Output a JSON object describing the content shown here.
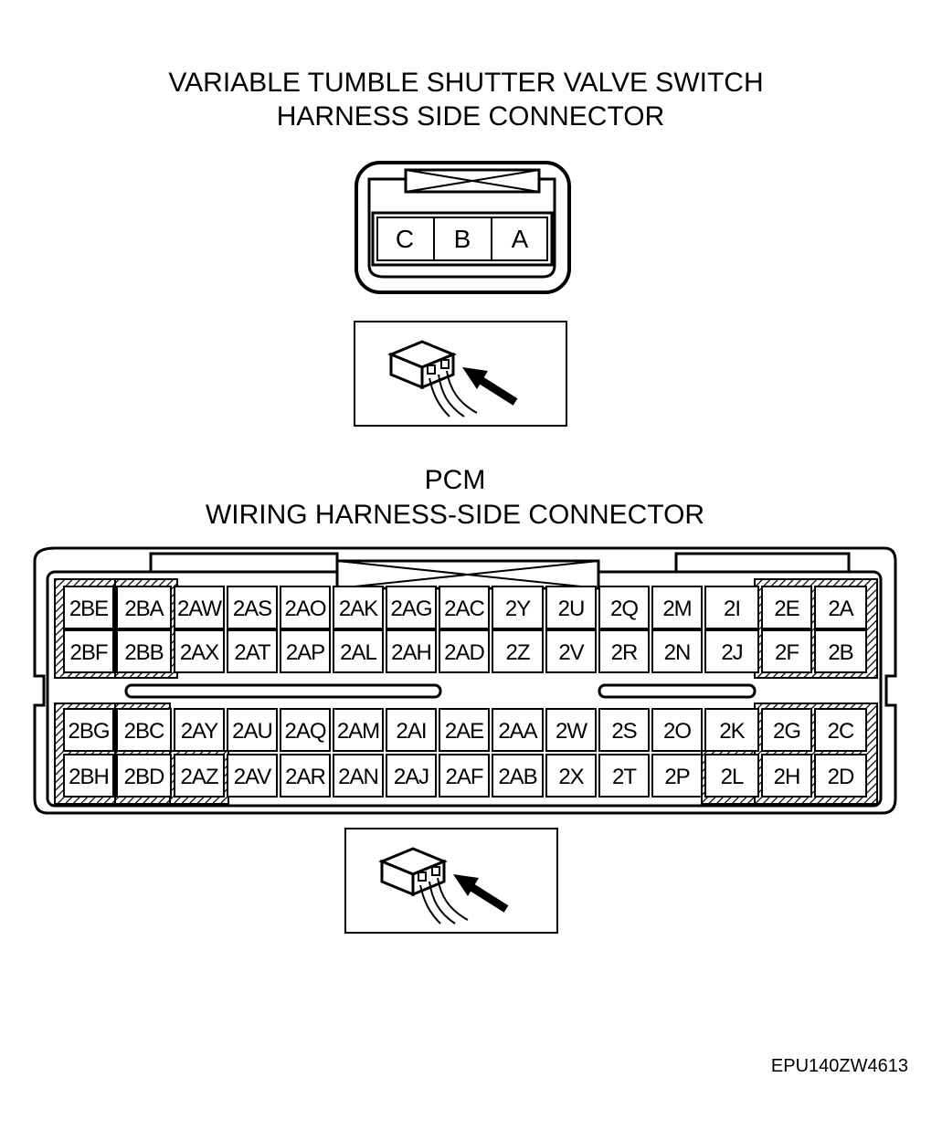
{
  "vts": {
    "title_line1": "VARIABLE TUMBLE SHUTTER VALVE SWITCH",
    "title_line2": "HARNESS SIDE CONNECTOR",
    "pins": [
      "C",
      "B",
      "A"
    ]
  },
  "pcm": {
    "title_line1": "PCM",
    "title_line2": "WIRING HARNESS-SIDE CONNECTOR",
    "upper_block": {
      "row1": [
        "2BE",
        "2BA",
        "2AW",
        "2AS",
        "2AO",
        "2AK",
        "2AG",
        "2AC",
        "2Y",
        "2U",
        "2Q",
        "2M",
        "2I",
        "2E",
        "2A"
      ],
      "row2": [
        "2BF",
        "2BB",
        "2AX",
        "2AT",
        "2AP",
        "2AL",
        "2AH",
        "2AD",
        "2Z",
        "2V",
        "2R",
        "2N",
        "2J",
        "2F",
        "2B"
      ]
    },
    "lower_block": {
      "row1": [
        "2BG",
        "2BC",
        "2AY",
        "2AU",
        "2AQ",
        "2AM",
        "2AI",
        "2AE",
        "2AA",
        "2W",
        "2S",
        "2O",
        "2K",
        "2G",
        "2C"
      ],
      "row2": [
        "2BH",
        "2BD",
        "2AZ",
        "2AV",
        "2AR",
        "2AN",
        "2AJ",
        "2AF",
        "2AB",
        "2X",
        "2T",
        "2P",
        "2L",
        "2H",
        "2D"
      ]
    }
  },
  "icons": {
    "view_1": "connector-view-direction-icon",
    "view_2": "connector-view-direction-icon"
  },
  "figure_code": "EPU140ZW4613"
}
